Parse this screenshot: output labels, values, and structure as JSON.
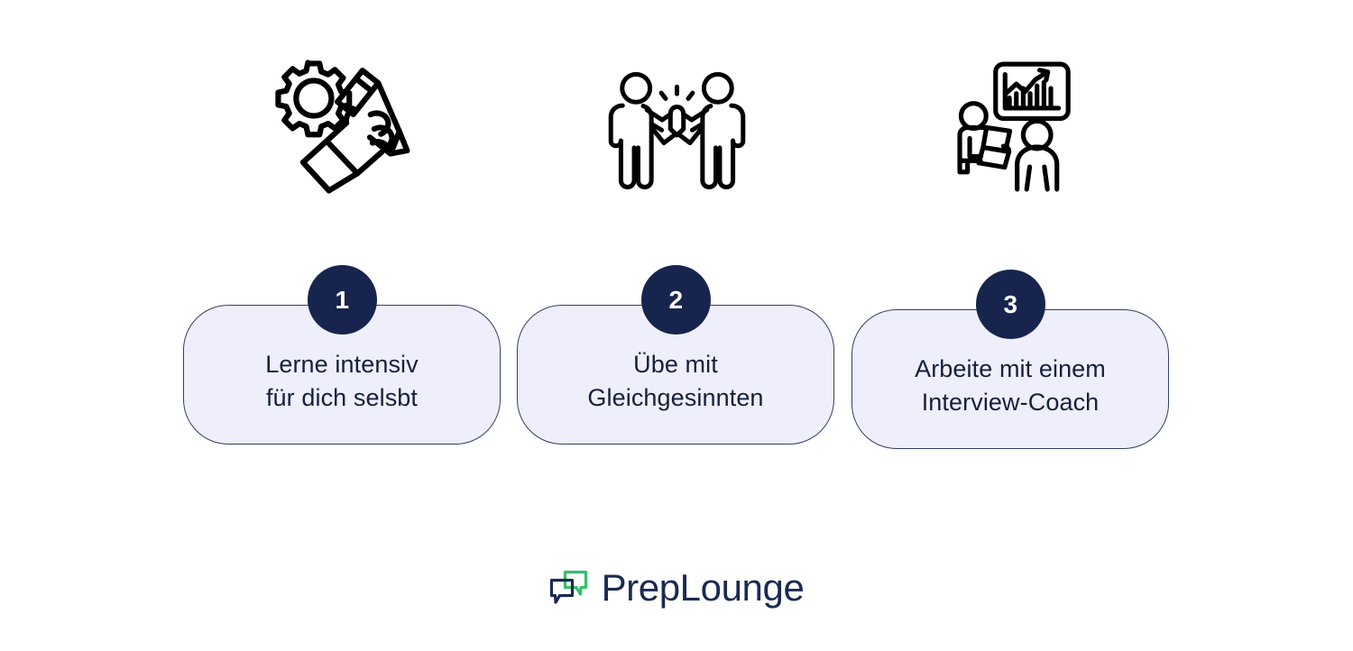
{
  "page": {
    "background_color": "#ffffff",
    "type": "three-step infographic"
  },
  "theme": {
    "navy": "#17254E",
    "card_fill": "#EFEEFB",
    "card_border": "#33406A",
    "text_navy": "#16203C",
    "logo_navy": "#1B2A52",
    "logo_green": "#35C06A",
    "icon_stroke": "#000000"
  },
  "steps": [
    {
      "number": "1",
      "icon_name": "gear-and-hand-with-pencil-icon",
      "label": "Lerne intensiv\nfür dich selsbt"
    },
    {
      "number": "2",
      "icon_name": "two-people-high-five-icon",
      "label": "Übe mit\nGleichgesinnten"
    },
    {
      "number": "3",
      "icon_name": "presentation-coaching-icon",
      "label": "Arbeite mit einem\nInterview-Coach"
    }
  ],
  "footer": {
    "logo_text": "PrepLounge",
    "logo_mark_name": "chat-bubbles-logo-icon"
  }
}
